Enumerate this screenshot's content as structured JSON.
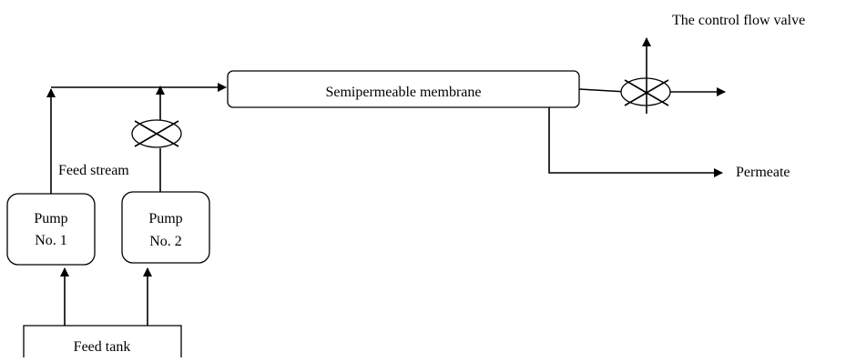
{
  "labels": {
    "membrane": "Semipermeable membrane",
    "control_valve": "The control flow valve",
    "permeate": "Permeate",
    "feed_stream": "Feed stream",
    "pump1_line1": "Pump",
    "pump1_line2": "No. 1",
    "pump2_line1": "Pump",
    "pump2_line2": "No. 2",
    "feed_tank": "Feed tank"
  },
  "colors": {
    "stroke": "#000000",
    "background": "#ffffff"
  }
}
